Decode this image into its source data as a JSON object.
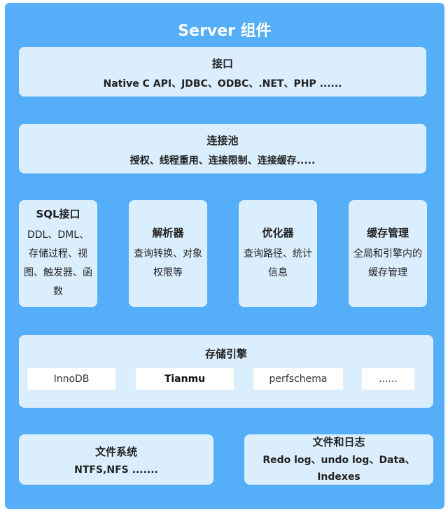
{
  "title": "Server 组件",
  "interface": {
    "title": "接口",
    "desc": "Native C API、JDBC、ODBC、.NET、PHP ......"
  },
  "pool": {
    "title": "连接池",
    "desc": "授权、线程重用、连接限制、连接缓存....."
  },
  "modules": [
    {
      "title": "SQL接口",
      "desc": "DDL、DML、存储过程、视图、触发器、函数"
    },
    {
      "title": "解析器",
      "desc": "查询转换、对象权限等"
    },
    {
      "title": "优化器",
      "desc": "查询路径、统计信息"
    },
    {
      "title": "缓存管理",
      "desc": "全局和引擎内的缓存管理"
    }
  ],
  "storage": {
    "title": "存储引擎",
    "engines": [
      "InnoDB",
      "Tianmu",
      "perfschema",
      "......"
    ]
  },
  "filesystem": {
    "title": "文件系统",
    "desc": "NTFS,NFS ......."
  },
  "files": {
    "title": "文件和日志",
    "desc": "Redo log、undo log、Data、Indexes"
  }
}
